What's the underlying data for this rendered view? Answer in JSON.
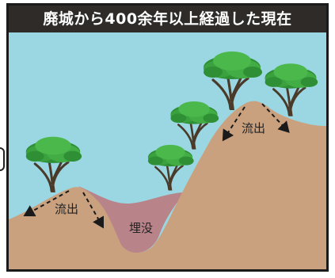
{
  "title": "廃城から400余年以上経過した現在",
  "labels": {
    "outflow_left": "流出",
    "outflow_right": "流出",
    "buried": "埋没"
  },
  "colors": {
    "title_bg": "#2e2b29",
    "sky": "#9ad7e2",
    "ground": "#c9a17e",
    "buried_fill": "#b9838a",
    "foliage": "#3aa13e",
    "trunk": "#4a3a2a"
  },
  "icons": [
    "tree-icon",
    "dashed-arrow-icon"
  ]
}
